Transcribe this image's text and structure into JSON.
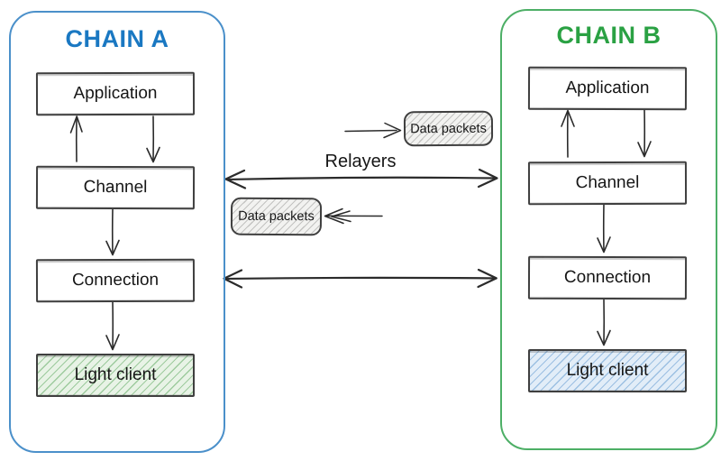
{
  "diagram": {
    "chain_a": {
      "title": "CHAIN A",
      "application": "Application",
      "channel": "Channel",
      "connection": "Connection",
      "light_client": "Light client"
    },
    "chain_b": {
      "title": "CHAIN B",
      "application": "Application",
      "channel": "Channel",
      "connection": "Connection",
      "light_client": "Light client"
    },
    "middle": {
      "relayers_label": "Relayers",
      "data_packets_to_b": "Data packets",
      "data_packets_to_a": "Data packets"
    }
  },
  "colors": {
    "chain_a_accent": "#1a78c2",
    "chain_a_border": "#4b90ca",
    "chain_b_accent": "#2aa143",
    "chain_b_border": "#4daf66",
    "box_border": "#3f3f3f",
    "arrow": "#2b2b2b",
    "light_client_a_fill": "#e8f3e6",
    "light_client_a_hatch": "#9ecb9e",
    "light_client_b_fill": "#e2edf8",
    "light_client_b_hatch": "#9cc0e2",
    "packet_fill": "#f2f2f0",
    "packet_hatch": "#c3c3c1"
  }
}
